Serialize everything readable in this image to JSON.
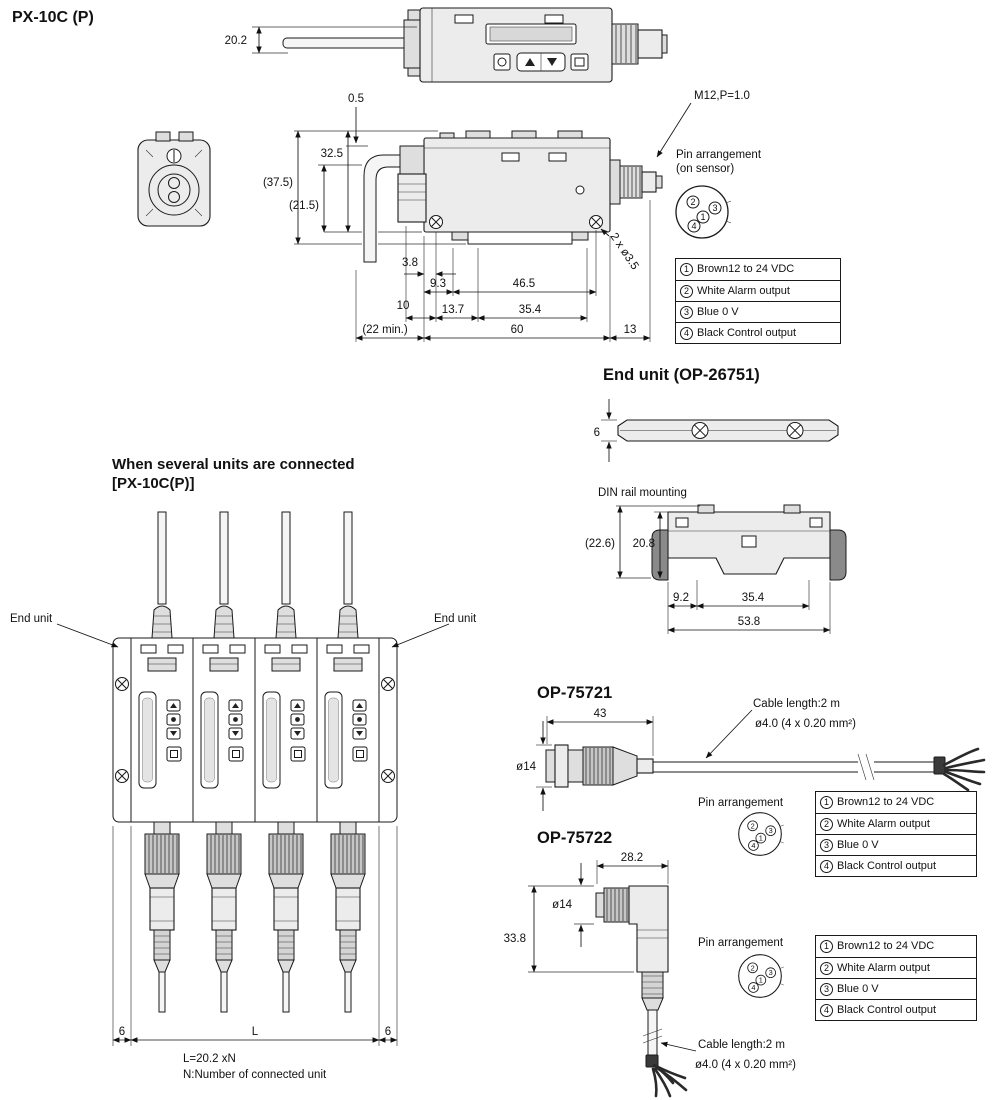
{
  "title": "PX-10C (P)",
  "top_view": {
    "dim_width": "20.2"
  },
  "side_view": {
    "dim_gap": "0.5",
    "thread_label": "M12,P=1.0",
    "dim_height_display": "32.5",
    "dim_height_overall": "(37.5)",
    "dim_height_lower": "(21.5)",
    "dim_3_8": "3.8",
    "dim_9_3": "9.3",
    "dim_46_5": "46.5",
    "dim_10": "10",
    "dim_13_7": "13.7",
    "dim_35_4": "35.4",
    "dim_bend": "(22 min.)",
    "dim_60": "60",
    "dim_13": "13",
    "holes_label": "2 x ø3.5"
  },
  "pin_arrangement": {
    "sensor_title": "Pin arrangement",
    "sensor_subtitle": "(on sensor)",
    "pins": {
      "p1": "1",
      "p2": "2",
      "p3": "3",
      "p4": "4"
    },
    "rows": [
      {
        "pin": "1",
        "label": "Brown12 to 24 VDC"
      },
      {
        "pin": "2",
        "label": "White Alarm output"
      },
      {
        "pin": "3",
        "label": "Blue 0 V"
      },
      {
        "pin": "4",
        "label": "Black Control output"
      }
    ]
  },
  "end_unit": {
    "heading": "End unit (OP-26751)",
    "dim_thickness": "6",
    "din_label": "DIN rail mounting",
    "dim_height_overall": "(22.6)",
    "dim_height_body": "20.8",
    "dim_9_2": "9.2",
    "dim_35_4": "35.4",
    "dim_width": "53.8"
  },
  "multi_unit": {
    "heading_line1": "When several units are connected",
    "heading_line2": "[PX-10C(P)]",
    "end_unit_left": "End unit",
    "end_unit_right": "End unit",
    "dim_6_left": "6",
    "dim_length": "L",
    "dim_6_right": "6",
    "formula": "L=20.2 xN",
    "note": "N:Number of connected unit"
  },
  "op75721": {
    "heading": "OP-75721",
    "dim_length": "43",
    "cable_length": "Cable length:2 m",
    "cable_spec": "ø4.0 (4 x 0.20 mm²)",
    "dim_diameter": "ø14",
    "pin_title": "Pin arrangement"
  },
  "op75722": {
    "heading": "OP-75722",
    "dim_width": "28.2",
    "dim_diameter": "ø14",
    "dim_height": "33.8",
    "pin_title": "Pin arrangement",
    "cable_length": "Cable length:2 m",
    "cable_spec": "ø4.0 (4 x 0.20 mm²)"
  }
}
